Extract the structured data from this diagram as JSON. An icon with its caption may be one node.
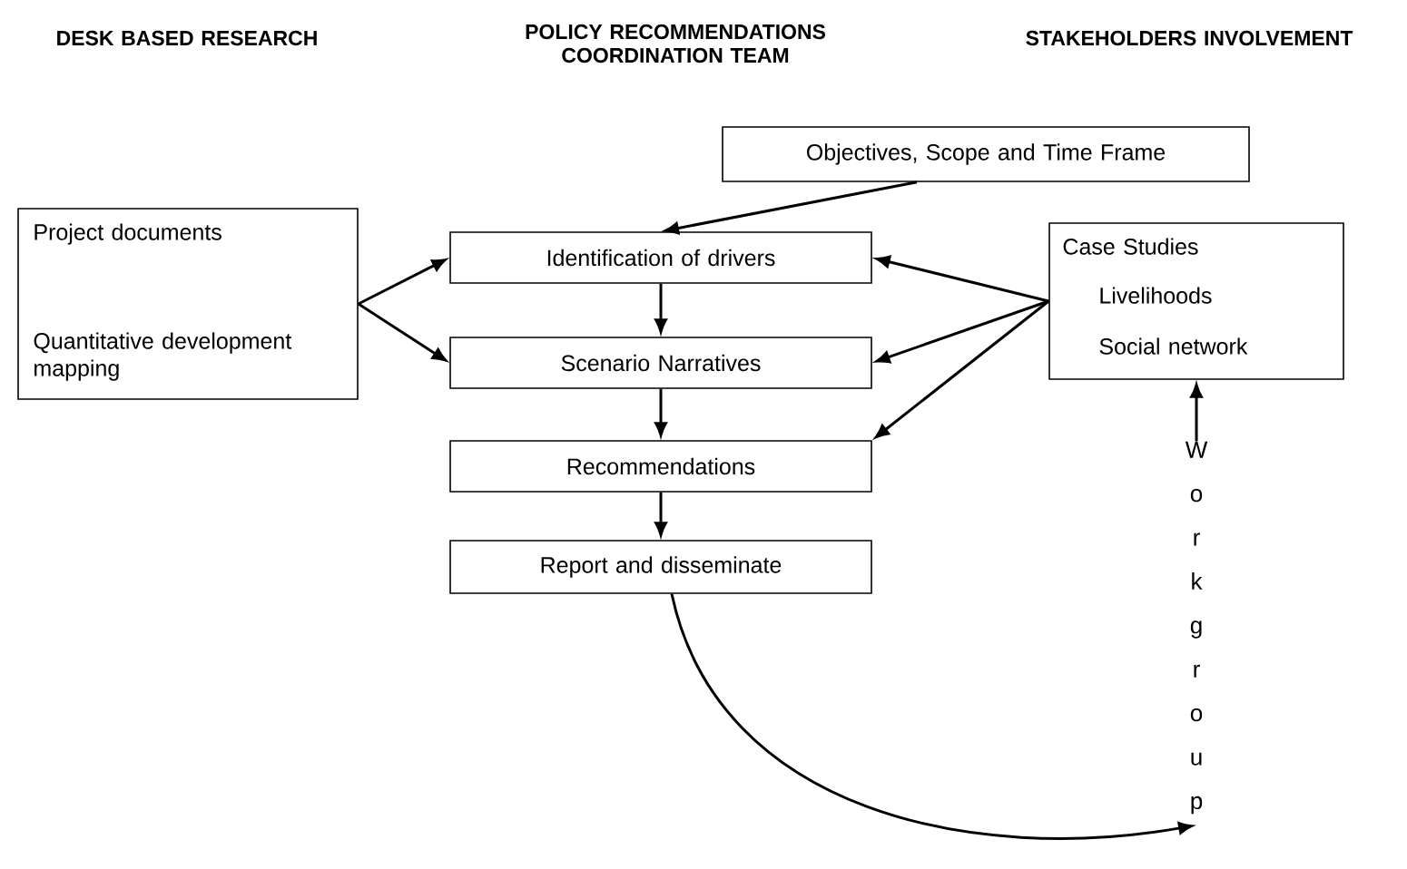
{
  "diagram": {
    "nodes": [
      {
        "text": [
          "Objectives, Scope and Time Frame"
        ]
      },
      {
        "text": [
          "Project documents",
          "Quantitative development mapping"
        ]
      },
      {
        "text": [
          "Identification of drivers"
        ]
      },
      {
        "text": [
          "Scenario Narratives"
        ]
      },
      {
        "text": [
          "Recommendations"
        ]
      },
      {
        "text": [
          "Report and disseminate"
        ]
      },
      {
        "text": [
          "Case Studies",
          "Livelihoods",
          "Social network"
        ]
      },
      {
        "text": [
          "W o r k g r o u p"
        ]
      }
    ],
    "edges": [
      {
        "from": 0,
        "to": 2,
        "arrow": "to"
      },
      {
        "from": 1,
        "to": 2,
        "arrow": "to"
      },
      {
        "from": 1,
        "to": 3,
        "arrow": "to"
      },
      {
        "from": 2,
        "to": 3,
        "arrow": "to"
      },
      {
        "from": 3,
        "to": 4,
        "arrow": "to"
      },
      {
        "from": 4,
        "to": 5,
        "arrow": "to"
      },
      {
        "from": 6,
        "to": 2,
        "arrow": "to"
      },
      {
        "from": 6,
        "to": 3,
        "arrow": "to"
      },
      {
        "from": 6,
        "to": 4,
        "arrow": "to"
      },
      {
        "from": 7,
        "to": 6,
        "arrow": "to"
      },
      {
        "from": 5,
        "to": 7,
        "arrow": "to"
      }
    ],
    "labels": [
      "DESK BASED RESEARCH",
      "POLICY RECOMMENDATIONS COORDINATION TEAM",
      "STAKEHOLDERS INVOLVEMENT"
    ]
  }
}
